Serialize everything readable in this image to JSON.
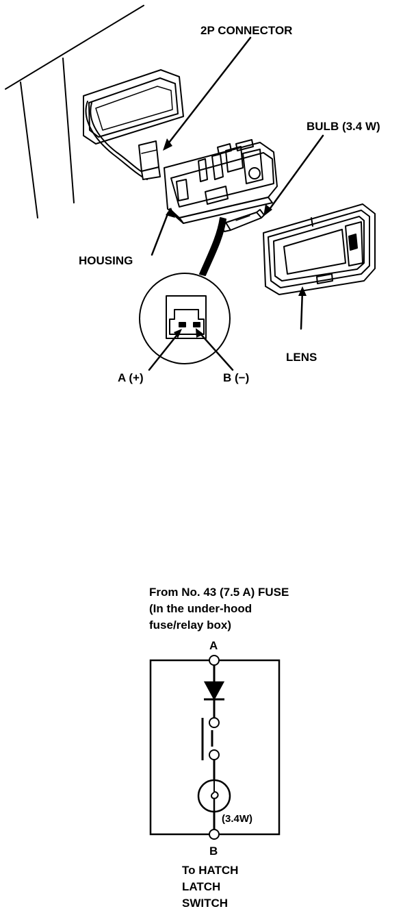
{
  "labels": {
    "connector": "2P CONNECTOR",
    "bulb": "BULB (3.4 W)",
    "housing": "HOUSING",
    "lens": "LENS",
    "term_a": "A (+)",
    "term_b": "B (−)"
  },
  "schematic": {
    "source_line1": "From No. 43 (7.5 A) FUSE",
    "source_line2": "(In the under-hood",
    "source_line3": "fuse/relay box)",
    "node_a": "A",
    "node_b": "B",
    "bulb_rating": "(3.4W)",
    "dest_line1": "To HATCH",
    "dest_line2": "LATCH",
    "dest_line3": "SWITCH"
  }
}
